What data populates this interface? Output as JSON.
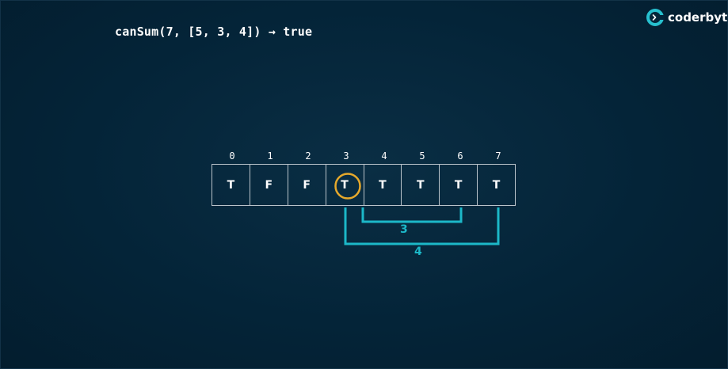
{
  "header": {
    "expression": "canSum(7, [5, 3, 4]) → true"
  },
  "brand": {
    "name": "coderbyte",
    "icon": "coderbyte-logo-icon"
  },
  "table": {
    "indices": [
      "0",
      "1",
      "2",
      "3",
      "4",
      "5",
      "6",
      "7"
    ],
    "values": [
      "T",
      "F",
      "F",
      "T",
      "T",
      "T",
      "T",
      "T"
    ],
    "highlighted_index": 3
  },
  "brackets": [
    {
      "label": "3",
      "from_index": 4,
      "to_index": 6
    },
    {
      "label": "4",
      "from_index": 3,
      "to_index": 7
    }
  ],
  "colors": {
    "background": "#04253a",
    "highlight_ring": "#e6a92c",
    "bracket": "#1cb8c8",
    "cell_border": "#b9c3ca"
  }
}
